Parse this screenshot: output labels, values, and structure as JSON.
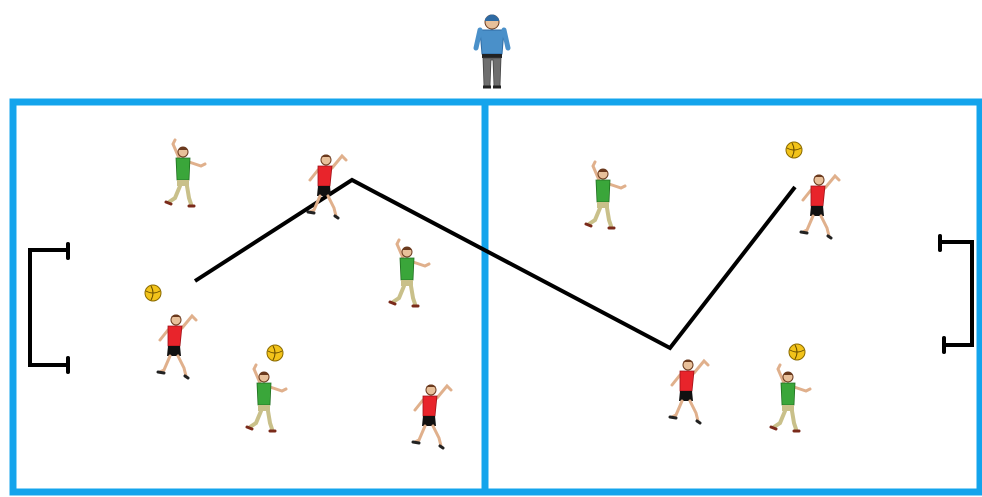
{
  "colors": {
    "court_line": "#14a4ec",
    "pass_line": "#000000",
    "goal": "#000000",
    "red_team_shirt": "#e8242b",
    "red_team_shorts": "#111111",
    "green_team_shirt": "#3aa63a",
    "green_team_shorts": "#c9c08a",
    "ball": "#f2c31a",
    "referee_shirt": "#4a90c9",
    "referee_trousers": "#6e6e6e"
  },
  "icons": {
    "referee": "referee-icon",
    "red_player": "red-player-icon",
    "green_player": "green-player-icon",
    "ball": "ball-icon",
    "goal": "goal-icon"
  },
  "scene": {
    "court_halves": 2,
    "goals": 2,
    "red_players": 5,
    "green_players": 5,
    "balls": 4,
    "passing_sequence_players": 4
  }
}
